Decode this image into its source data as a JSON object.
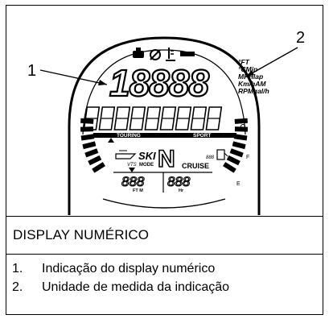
{
  "figure": {
    "callouts": [
      "1",
      "2"
    ],
    "main_digits": "18888",
    "units": [
      "°FT",
      "°CMin",
      "MPHlap",
      "Km/hAM",
      "RPMgal/h"
    ],
    "alpha_row": "##########",
    "labels": {
      "touring": "TOURING",
      "sport": "SPORT",
      "ski": "SKI",
      "ski_mode": "MODE",
      "vts": "VTS",
      "cruise": "CRUISE",
      "gear": "N",
      "fuel_full": "F",
      "fuel_empty": "E",
      "left_digits": "888",
      "left_unit": "FT M",
      "right_digits": "888",
      "right_unit": "Hr",
      "small_digits": "888"
    }
  },
  "caption": "DISPLAY NUMÉRICO",
  "legend": [
    {
      "num": "1.",
      "label": "Indicação do display numérico"
    },
    {
      "num": "2.",
      "label": "Unidade de medida da indicação"
    }
  ]
}
